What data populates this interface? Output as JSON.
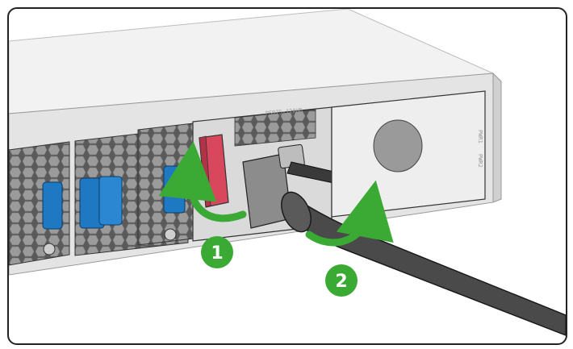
{
  "figure": {
    "callouts": [
      {
        "number": "1"
      },
      {
        "number": "2"
      }
    ],
    "panel_labels": {
      "pwr1": "PWR1",
      "pwr2": "PWR2",
      "model": "PSR75-12AHD"
    },
    "colors": {
      "callout_green": "#3aaa35",
      "latch_red": "#d9475c",
      "handle_blue": "#1e78c2",
      "cable_dark": "#4a4a4a",
      "chassis_gray": "#ececec",
      "outline": "#222222"
    }
  }
}
